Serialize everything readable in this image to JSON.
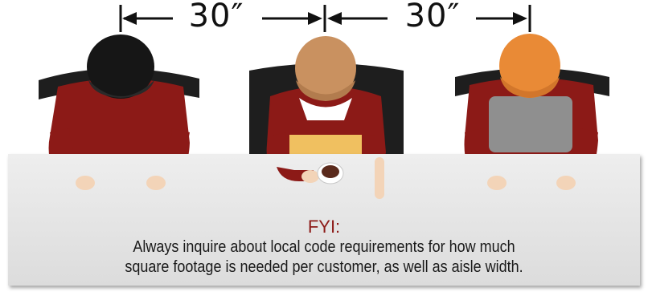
{
  "dimensions": {
    "left_spacing": "30″",
    "right_spacing": "30″"
  },
  "note": {
    "title": "FYI:",
    "line1": "Always inquire about local code requirements for how much",
    "line2": "square footage is needed per customer, as well as aisle width."
  },
  "colors": {
    "shirt": "#8c1a17",
    "table": "#e6e6e6",
    "title_accent": "#8c1a17",
    "hair_black": "#161616",
    "hair_light_brown": "#c99160",
    "hair_orange": "#e98a36",
    "chair": "#1e1e1e",
    "skin": "#f3d4b8"
  }
}
